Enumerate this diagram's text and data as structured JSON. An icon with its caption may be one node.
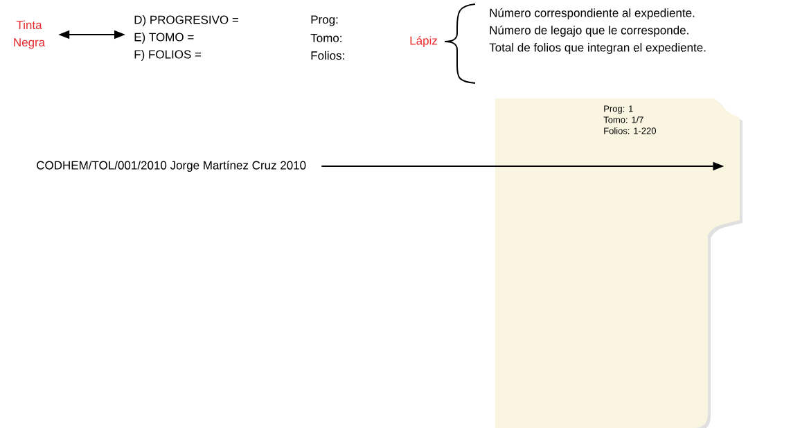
{
  "diagram": {
    "nodes": [
      {
        "text": [
          "Tinta Negra"
        ]
      },
      {
        "text": [
          "D) PROGRESIVO =",
          "E) TOMO =",
          "F) FOLIOS ="
        ]
      },
      {
        "text": [
          "CODHEM/TOL/001/2010  Jorge Martínez Cruz  2010"
        ]
      },
      {
        "text": [
          "Prog:   1",
          "Tomo:  1/7",
          "Folios: 1-220"
        ]
      }
    ],
    "edges": [
      {
        "from": 0,
        "to": 1,
        "arrow": "both"
      },
      {
        "from": 2,
        "to": 3,
        "arrow": "to"
      }
    ],
    "labels": [
      "Prog:",
      "Tomo:",
      "Folios:",
      "Lápiz",
      "Número correspondiente al expediente.",
      "Número de legajo que le corresponde.",
      "Total de folios que integran el expediente."
    ]
  }
}
